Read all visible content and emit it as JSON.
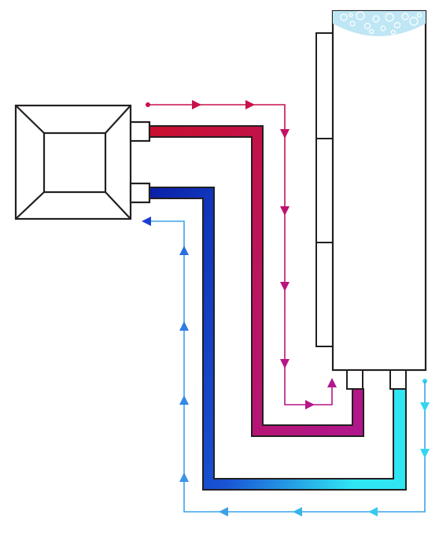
{
  "diagram": {
    "components": [
      {
        "id": "pump-block",
        "icon": "pump-block-icon"
      },
      {
        "id": "water-tank",
        "icon": "water-tank-icon"
      },
      {
        "id": "radiator-fins",
        "icon": "radiator-icon"
      }
    ],
    "flows": [
      {
        "id": "hot-supply",
        "from": "pump-block",
        "to": "water-tank",
        "color": "hot"
      },
      {
        "id": "cool-return",
        "from": "water-tank",
        "to": "pump-block",
        "color": "cool"
      }
    ],
    "colors": {
      "outline": "#231f20",
      "hot_start": "#c8102e",
      "hot_end": "#b0178f",
      "cool_start": "#0a1fa8",
      "cool_end": "#2fe6f2",
      "hot_arrow": "#c8105a",
      "cool_arrow_dark": "#1a3fd0",
      "cool_arrow_mid": "#3a8fe8",
      "cool_arrow_light": "#34d6ee",
      "water": "#bfe6f4"
    }
  }
}
